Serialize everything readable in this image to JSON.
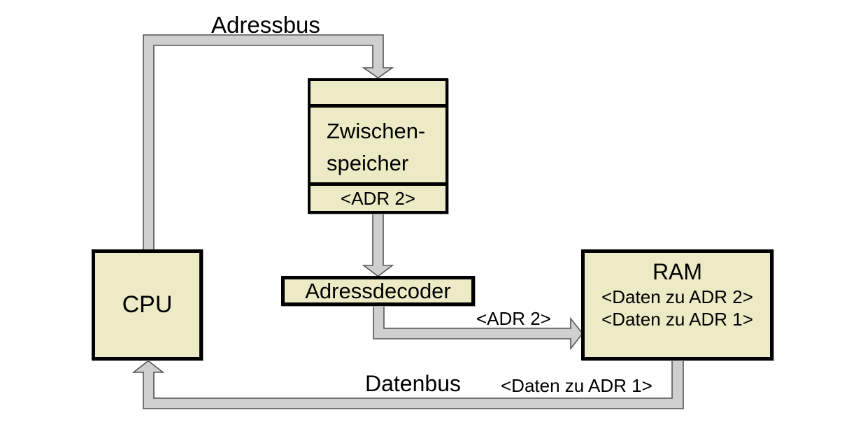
{
  "diagram": {
    "description": "Memory addressing scheme: CPU, Zwischenspeicher (address latch), Adressdecoder and RAM connected by address bus and data bus",
    "colors": {
      "background": "#ffffff",
      "box_fill": "#ecebc6",
      "box_border": "#000000",
      "bus_fill": "#cfcfcf",
      "bus_outline": "#555555",
      "text": "#000000"
    },
    "buses": {
      "address_bus": {
        "label": "Adressbus"
      },
      "decoder_to_ram": {
        "label": "<ADR 2>"
      },
      "data_bus": {
        "label": "Datenbus",
        "payload": "<Daten zu ADR 1>"
      }
    },
    "nodes": {
      "cpu": {
        "label": "CPU"
      },
      "buffer": {
        "name_line1": "Zwischen-",
        "name_line2": "speicher",
        "stored_address": "<ADR 2>"
      },
      "decoder": {
        "label": "Adressdecoder"
      },
      "ram": {
        "label": "RAM",
        "cell1": "<Daten zu ADR 2>",
        "cell2": "<Daten zu ADR 1>"
      }
    }
  }
}
